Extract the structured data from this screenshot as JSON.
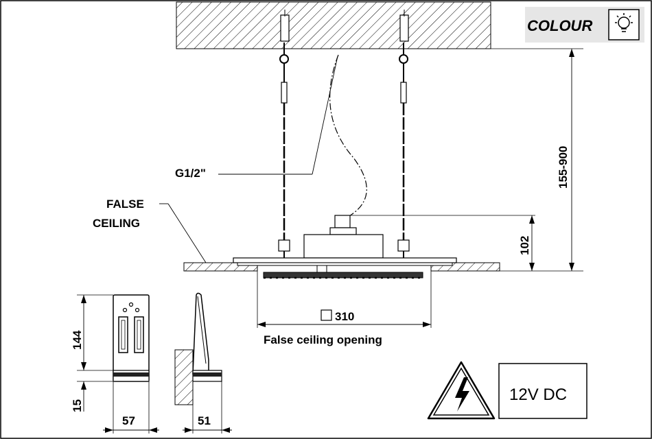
{
  "colour_badge": {
    "label": "COLOUR",
    "icon": "light-bulb-icon"
  },
  "labels": {
    "thread": "G1/2\"",
    "false_ceiling_1": "FALSE",
    "false_ceiling_2": "CEILING",
    "opening_caption": "False ceiling opening"
  },
  "dimensions": {
    "height_range": "155-900",
    "head_height": "102",
    "opening": "310",
    "control_height": "144",
    "control_base": "15",
    "control_width": "57",
    "control_depth": "51"
  },
  "power_label": "12V DC",
  "warning_icon": "high-voltage-warning-icon",
  "colors": {
    "line": "#000000",
    "badge_bg": "#e6e6e6"
  }
}
